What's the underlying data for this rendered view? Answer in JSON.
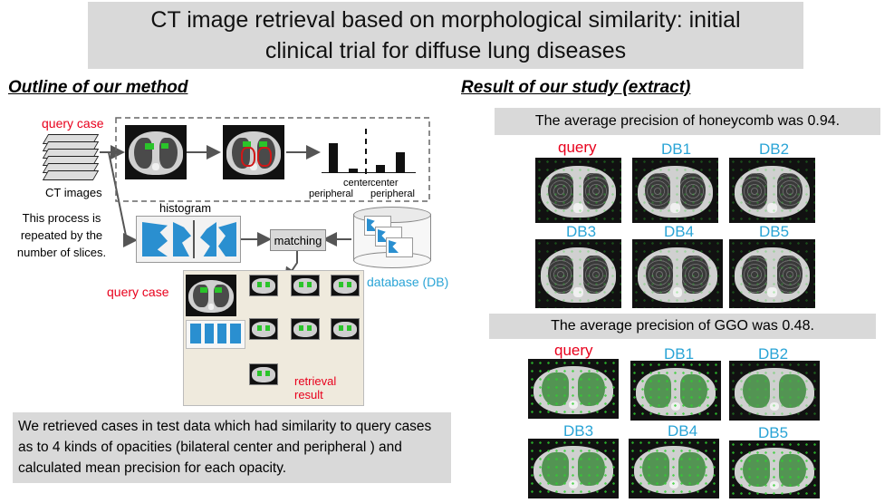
{
  "title": "CT image retrieval based on morphological similarity: initial clinical trial for diffuse lung diseases",
  "left": {
    "heading": "Outline of our method",
    "query_case_top": "query case",
    "ct_images": "CT images",
    "process_text": "This process is repeated by the number of slices.",
    "histogram": "histogram",
    "matching": "matching",
    "database": "database (DB)",
    "query_case_bottom": "query case",
    "retrieval_result": "retrieval result",
    "chart_labels": {
      "center1": "center",
      "center2": "center",
      "peripheral1": "peripheral",
      "peripheral2": "peripheral"
    },
    "summary": "We retrieved cases in test data which had similarity to query cases as to 4 kinds of opacities (bilateral center and peripheral ) and calculated mean precision for each opacity.",
    "colors": {
      "query_label": "#e8001c",
      "db_label": "#2aa4d6"
    }
  },
  "right": {
    "heading": "Result of our study (extract)",
    "honeycomb": {
      "caption": "The average precision of honeycomb was 0.94.",
      "labels": [
        "query",
        "DB1",
        "DB2",
        "DB3",
        "DB4",
        "DB5"
      ]
    },
    "ggo": {
      "caption": "The average precision of GGO was 0.48.",
      "labels": [
        "query",
        "DB1",
        "DB2",
        "DB3",
        "DB4",
        "DB5"
      ]
    }
  }
}
